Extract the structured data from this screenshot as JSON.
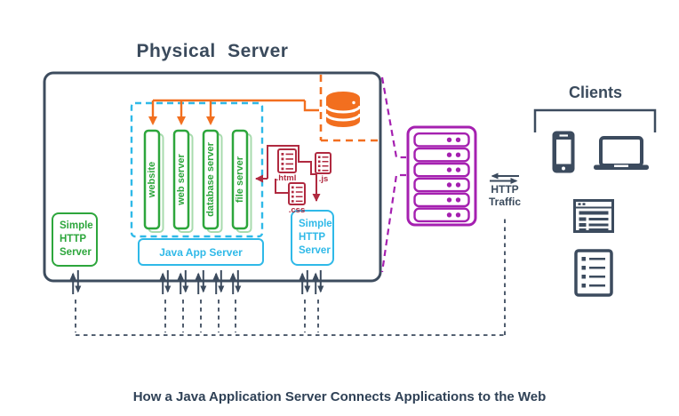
{
  "heading": {
    "title": "Physical Server"
  },
  "app_server": {
    "label": "Java App Server",
    "components": [
      {
        "label": "website"
      },
      {
        "label": "web server"
      },
      {
        "label": "database server"
      },
      {
        "label": "file server"
      }
    ]
  },
  "http_servers": {
    "left": {
      "label": "Simple HTTP Server"
    },
    "right": {
      "label": "Simple HTTP Server"
    }
  },
  "files": [
    {
      "label": ".html",
      "icon": "code-file-icon"
    },
    {
      "label": ".css",
      "icon": "code-file-icon"
    },
    {
      "label": ".js",
      "icon": "code-file-icon"
    }
  ],
  "database": {
    "icon": "database-cylinder-icon"
  },
  "web": {
    "icon": "server-rack-icon"
  },
  "traffic": {
    "line1": "HTTP",
    "line2": "Traffic",
    "icon": "exchange-arrows-icon"
  },
  "clients": {
    "title": "Clients",
    "devices": [
      {
        "icon": "smartphone-icon"
      },
      {
        "icon": "laptop-icon"
      },
      {
        "icon": "browser-window-icon"
      },
      {
        "icon": "document-list-icon"
      }
    ]
  },
  "caption": "How a Java Application Server Connects Applications to the Web",
  "colors": {
    "navy": "#3c4b5e",
    "green": "#2da63c",
    "green_light": "#a8dbae",
    "cyan": "#2fb9e8",
    "orange": "#f26f1f",
    "red": "#b02a40",
    "purple": "#a520b0"
  }
}
